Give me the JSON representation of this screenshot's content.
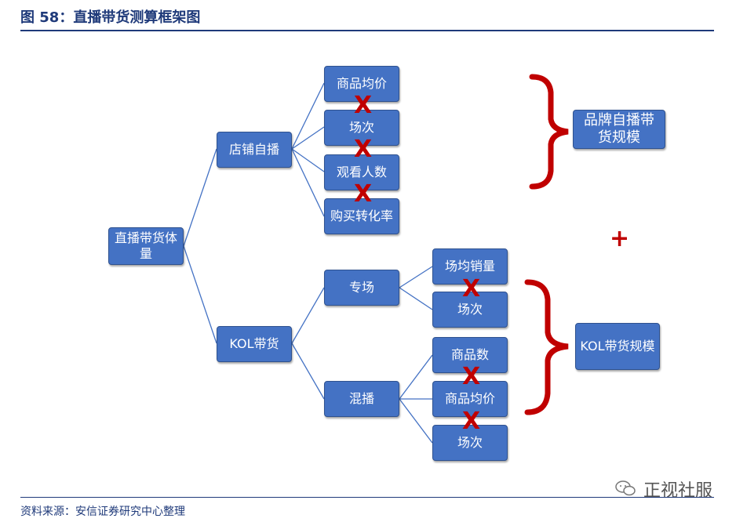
{
  "header": {
    "title": "图 58：直播带货测算框架图"
  },
  "footer": {
    "source": "资料来源：安信证券研究中心整理"
  },
  "watermark": {
    "text": "正视社服",
    "icon": "wechat-icon"
  },
  "colors": {
    "box": "#4472c4",
    "accent": "#c00000",
    "brand": "#1f3a7a"
  },
  "diagram": {
    "root": "直播带货体量",
    "branch_store": "店铺自播",
    "branch_kol": "KOL带货",
    "store_factors": [
      "商品均价",
      "场次",
      "观看人数",
      "购买转化率"
    ],
    "kol_special": "专场",
    "kol_mixed": "混播",
    "special_factors": [
      "场均销量",
      "场次"
    ],
    "mixed_factors": [
      "商品数",
      "商品均价",
      "场次"
    ],
    "result_store": "品牌自播带货规模",
    "result_kol": "KOL带货规模",
    "multiply_symbol": "X",
    "plus_symbol": "+"
  }
}
